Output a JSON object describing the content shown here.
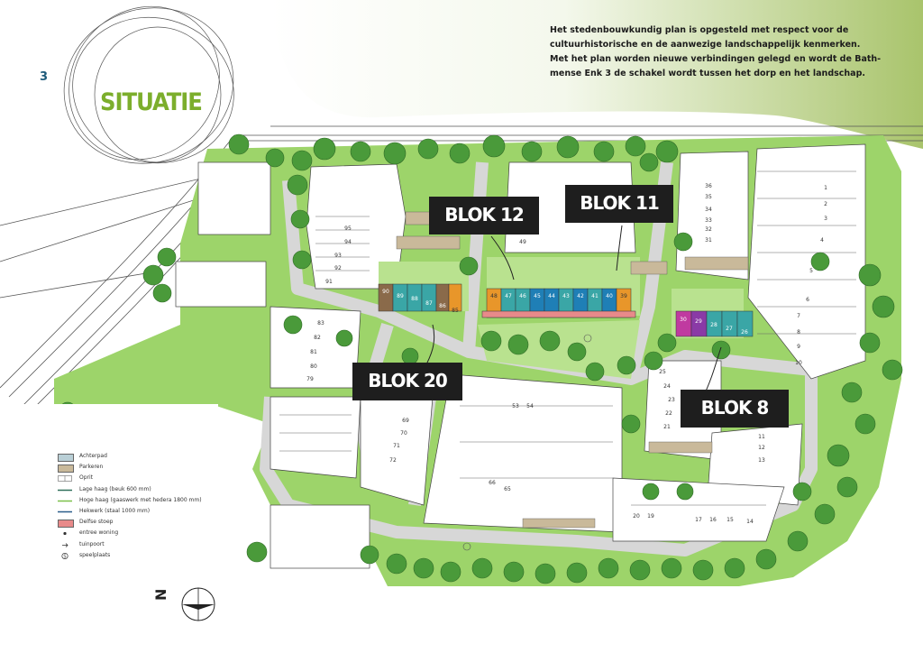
{
  "page": {
    "number": "3",
    "title": "SITUATIE"
  },
  "intro_lines": [
    "Het stedenbouwkundig plan is opgesteld met respect voor de",
    "cultuurhistorische en de aanwezige landschappelijk kenmerken.",
    "Met het plan worden nieuwe verbindingen gelegd en wordt de Bath-",
    "mense Enk 3 de schakel wordt tussen het dorp en het landschap."
  ],
  "blocks": [
    "BLOK 12",
    "BLOK 11",
    "BLOK 20",
    "BLOK 8"
  ],
  "legend": [
    {
      "label": "Achterpad",
      "symbol": "swatch",
      "color": "#b9cfd6"
    },
    {
      "label": "Parkeren",
      "symbol": "swatch",
      "color": "#c9b99a"
    },
    {
      "label": "Oprit",
      "symbol": "oprit-icon",
      "color": "#666666"
    },
    {
      "label": "Lage haag (beuk 600 mm)",
      "symbol": "line",
      "color": "#2f6f5a"
    },
    {
      "label": "Hoge haag (gaaswerk met hedera 1800 mm)",
      "symbol": "line",
      "color": "#7cc04a"
    },
    {
      "label": "Hekwerk (staal 1000 mm)",
      "symbol": "line",
      "color": "#2a5d8a"
    },
    {
      "label": "Delfse stoep",
      "symbol": "swatch",
      "color": "#e88a8a"
    },
    {
      "label": "entree woning",
      "symbol": "dot-icon",
      "color": "#333333"
    },
    {
      "label": "tuinpoort",
      "symbol": "arrow-icon",
      "color": "#333333"
    },
    {
      "label": "speelplaats",
      "symbol": "s-circle-icon",
      "color": "#333333"
    }
  ],
  "north_label": "N",
  "lots": {
    "blok20_left": [
      "95",
      "94",
      "93",
      "92",
      "91"
    ],
    "blok12_row": [
      "90",
      "89",
      "88",
      "87",
      "86",
      "85"
    ],
    "blok11_row": [
      "48",
      "47",
      "46",
      "45",
      "44",
      "43",
      "42",
      "41",
      "40",
      "39"
    ],
    "blok11_top": "49",
    "blok8_row": [
      "30",
      "29",
      "28",
      "27",
      "26"
    ],
    "right_col_a": [
      "36",
      "35",
      "34",
      "33",
      "32",
      "31"
    ],
    "right_col_b": [
      "1",
      "2",
      "3",
      "4",
      "5",
      "6",
      "7",
      "8",
      "9",
      "10"
    ],
    "left_col_c": [
      "83",
      "82",
      "81",
      "80",
      "79"
    ],
    "center_col": [
      "69",
      "70",
      "71",
      "72"
    ],
    "center_pair": [
      "53",
      "54"
    ],
    "center_pair_b": [
      "66",
      "65"
    ],
    "blok8_col": [
      "25",
      "24",
      "23",
      "22",
      "21"
    ],
    "blok8_col_b": [
      "11",
      "12",
      "13"
    ],
    "bottom_row": [
      "20",
      "19",
      "17",
      "16",
      "15",
      "14"
    ]
  },
  "colors": {
    "accent_green": "#7cae2c",
    "grass": "#8fcf5a",
    "grass_light": "#c9e6a8",
    "road": "#d9d9d9",
    "tree": "#4a9a3a",
    "label_bg": "#1e1e1e",
    "lot_orange": "#e8962a",
    "lot_teal": "#3aa6a6",
    "lot_blue": "#1f7fb6",
    "lot_brown": "#8a6a4a",
    "lot_purple": "#8a3aa6",
    "lot_magenta": "#c03aa0"
  }
}
